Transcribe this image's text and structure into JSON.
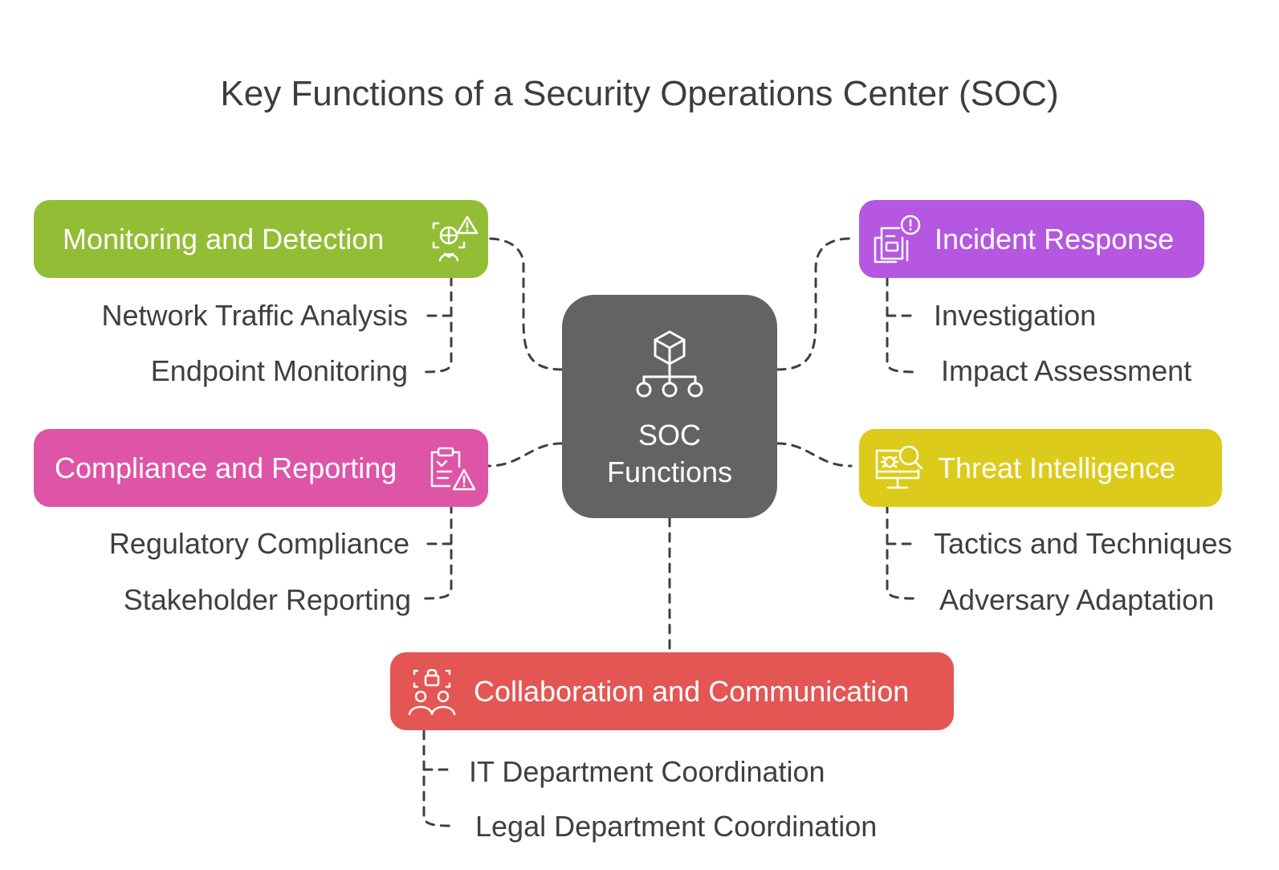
{
  "title": "Key Functions of a Security Operations Center (SOC)",
  "center": {
    "line1": "SOC",
    "line2": "Functions",
    "color": "#636363",
    "icon": "hierarchy-cube-icon"
  },
  "branches": {
    "monitoring": {
      "label": "Monitoring and Detection",
      "color": "#93bd35",
      "icon": "monitor-alert-icon",
      "items": [
        "Network Traffic Analysis",
        "Endpoint Monitoring"
      ]
    },
    "compliance": {
      "label": "Compliance and Reporting",
      "color": "#de54a6",
      "icon": "clipboard-warning-icon",
      "items": [
        "Regulatory Compliance",
        "Stakeholder Reporting"
      ]
    },
    "incident": {
      "label": "Incident Response",
      "color": "#b557e0",
      "icon": "document-alert-icon",
      "items": [
        "Investigation",
        "Impact Assessment"
      ]
    },
    "threat": {
      "label": "Threat Intelligence",
      "color": "#dccb1a",
      "icon": "monitor-bug-search-icon",
      "items": [
        "Tactics and Techniques",
        "Adversary Adaptation"
      ]
    },
    "collaboration": {
      "label": "Collaboration and Communication",
      "color": "#e35654",
      "icon": "team-lock-icon",
      "items": [
        "IT Department Coordination",
        "Legal Department Coordination"
      ]
    }
  }
}
